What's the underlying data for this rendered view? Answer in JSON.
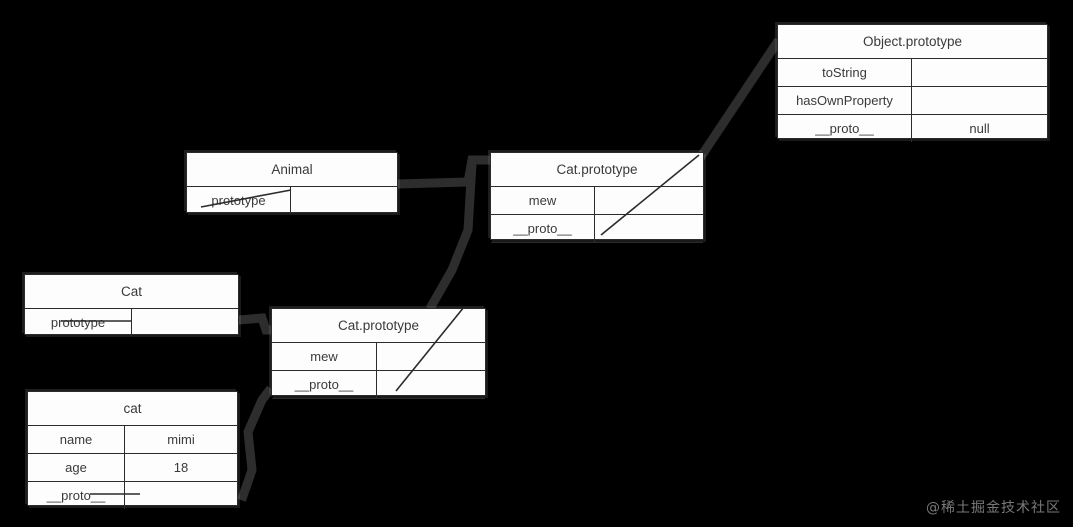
{
  "diagram": {
    "title": "JavaScript prototype chain",
    "background_color": "#000000",
    "box_fill_color": "#fdfdfd",
    "box_border_color": "#2b2b2b",
    "connector_color": "#2d2d2d",
    "text_color": "#3a3a3a"
  },
  "nodes": {
    "object_prototype": {
      "title": "Object.prototype",
      "rows": [
        {
          "key": "toString",
          "value": ""
        },
        {
          "key": "hasOwnProperty",
          "value": ""
        },
        {
          "key": "__proto__",
          "value": "null"
        }
      ]
    },
    "animal": {
      "title": "Animal",
      "rows": [
        {
          "key": "prototype",
          "value": ""
        }
      ]
    },
    "cat_prototype_top": {
      "title": "Cat.prototype",
      "rows": [
        {
          "key": "mew",
          "value": ""
        },
        {
          "key": "__proto__",
          "value": ""
        }
      ]
    },
    "cat": {
      "title": "Cat",
      "rows": [
        {
          "key": "prototype",
          "value": ""
        }
      ]
    },
    "cat_prototype_bottom": {
      "title": "Cat.prototype",
      "rows": [
        {
          "key": "mew",
          "value": ""
        },
        {
          "key": "__proto__",
          "value": ""
        }
      ]
    },
    "cat_instance": {
      "title": "cat",
      "rows": [
        {
          "key": "name",
          "value": "mimi"
        },
        {
          "key": "age",
          "value": "18"
        },
        {
          "key": "__proto__",
          "value": ""
        }
      ]
    }
  },
  "connectors": [
    {
      "name": "animal-prototype-to-cat-prototype-top",
      "from": "animal.prototype",
      "to": "cat_prototype_top"
    },
    {
      "name": "cat-prototype-top-proto-to-object-prototype",
      "from": "cat_prototype_top.__proto__",
      "to": "object_prototype"
    },
    {
      "name": "cat-prototype-to-cat-prototype-bottom",
      "from": "cat.prototype",
      "to": "cat_prototype_bottom"
    },
    {
      "name": "cat-instance-proto-to-cat-prototype-bottom",
      "from": "cat_instance.__proto__",
      "to": "cat_prototype_bottom"
    },
    {
      "name": "cat-prototype-bottom-proto-to-cat-prototype-top",
      "from": "cat_prototype_bottom.__proto__",
      "to": "cat_prototype_top"
    }
  ],
  "watermark": {
    "text": "@稀土掘金技术社区"
  }
}
